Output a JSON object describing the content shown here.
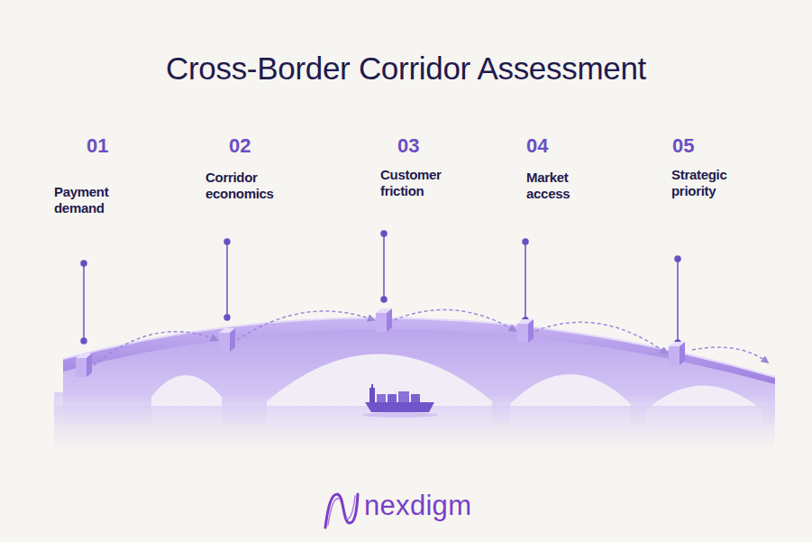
{
  "diagram": {
    "title": "Cross-Border Corridor Assessment",
    "nodes": [
      {
        "text": [
          "01",
          "Payment demand"
        ]
      },
      {
        "text": [
          "02",
          "Corridor economics"
        ]
      },
      {
        "text": [
          "03",
          "Customer friction"
        ]
      },
      {
        "text": [
          "04",
          "Market access"
        ]
      },
      {
        "text": [
          "05",
          "Strategic priority"
        ]
      }
    ],
    "edges": [
      {
        "from": 0,
        "to": 1,
        "arrow": "to"
      },
      {
        "from": 1,
        "to": 2,
        "arrow": "to"
      },
      {
        "from": 2,
        "to": 3,
        "arrow": "to"
      },
      {
        "from": 3,
        "to": 4,
        "arrow": "to"
      }
    ],
    "labels": [
      "nexdigm"
    ]
  }
}
